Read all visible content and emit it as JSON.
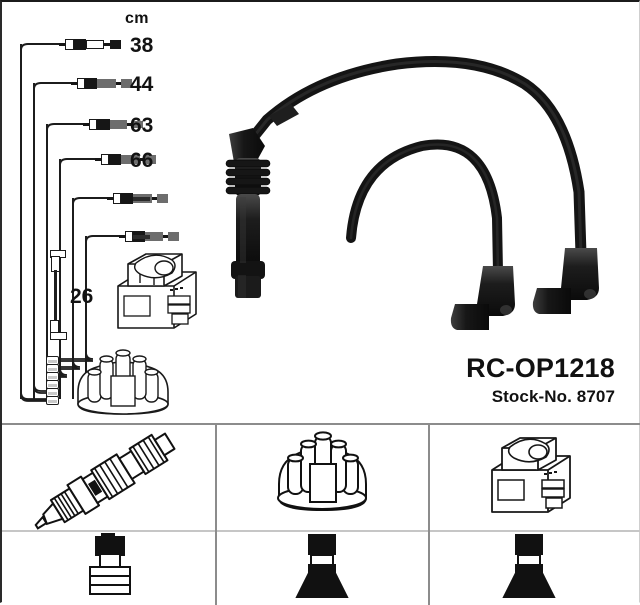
{
  "document": {
    "kind": "ignition-cable-set-product-sheet",
    "brand_style": "technical line drawing with photographic cable insert"
  },
  "product": {
    "name": "RC-OP1218",
    "stock_label": "Stock-No. 8707"
  },
  "length_table": {
    "unit_header": "cm",
    "rows": [
      {
        "index": 1,
        "length": "38",
        "has_value": true
      },
      {
        "index": 2,
        "length": "44",
        "has_value": true
      },
      {
        "index": 3,
        "length": "63",
        "has_value": true
      },
      {
        "index": 4,
        "length": "66",
        "has_value": true
      },
      {
        "index": 5,
        "length": "–",
        "has_value": false
      },
      {
        "index": 6,
        "length": "–",
        "has_value": false
      }
    ],
    "extra_lead": {
      "length": "26",
      "note_visible": true
    }
  },
  "illustrations": {
    "coil": "ignition-coil-line-drawing",
    "distributor_cap": "distributor-cap-line-drawing",
    "cable_photo": "black-ignition-cable-assembly-photo"
  },
  "legend": {
    "columns": [
      {
        "id": "spark-plug-column",
        "top": {
          "icon": "spark-plug-icon",
          "label": ""
        },
        "bottom": {
          "icon": "plug-boot-connector-icon",
          "label": ""
        }
      },
      {
        "id": "distributor-cap-column",
        "top": {
          "icon": "distributor-cap-icon",
          "label": ""
        },
        "bottom": {
          "icon": "distributor-terminal-icon",
          "label": ""
        }
      },
      {
        "id": "coil-column",
        "top": {
          "icon": "ignition-coil-icon",
          "label": ""
        },
        "bottom": {
          "icon": "coil-terminal-icon",
          "label": ""
        }
      }
    ]
  },
  "colors": {
    "ink": "#141414",
    "cable_black": "#1a1a1a",
    "divider_gray": "#8c8c8c",
    "light_divider": "#c6c6c6",
    "background": "#ffffff"
  }
}
